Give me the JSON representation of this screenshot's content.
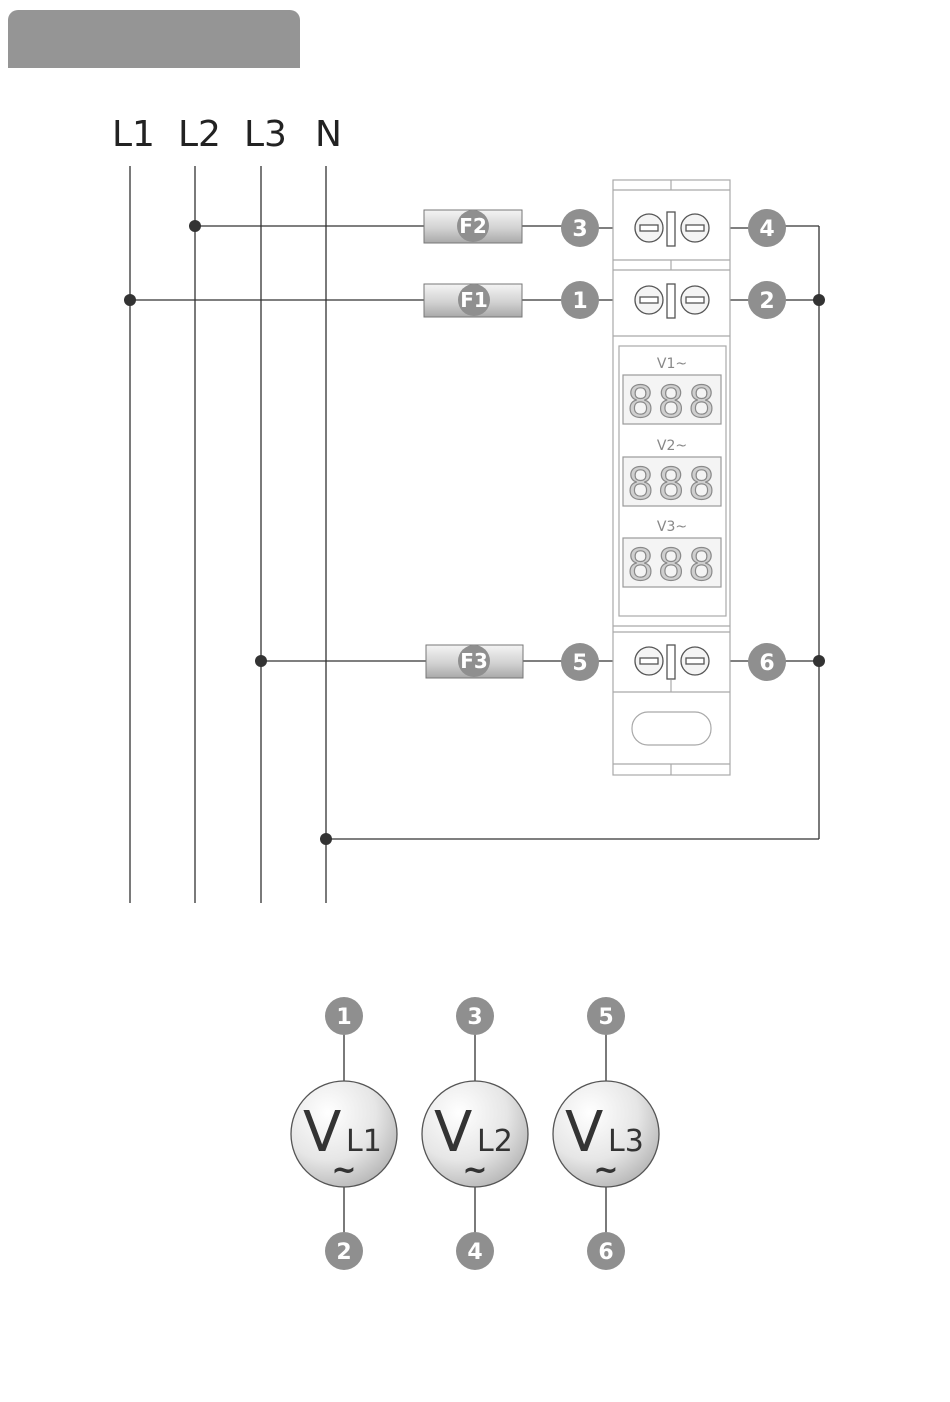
{
  "header_bar": {
    "text": "",
    "color": "#959595"
  },
  "lines": [
    {
      "label": "L1"
    },
    {
      "label": "L2"
    },
    {
      "label": "L3"
    },
    {
      "label": "N"
    }
  ],
  "fuses": [
    {
      "label": "F2"
    },
    {
      "label": "F1"
    },
    {
      "label": "F3"
    }
  ],
  "terminals": [
    "1",
    "2",
    "3",
    "4",
    "5",
    "6"
  ],
  "displays": [
    {
      "label": "V1~",
      "digits": "888"
    },
    {
      "label": "V2~",
      "digits": "888"
    },
    {
      "label": "V3~",
      "digits": "888"
    }
  ],
  "voltmeters": [
    {
      "main": "V",
      "sub": "L1",
      "tilde": "~",
      "top_terminal": "1",
      "bottom_terminal": "2"
    },
    {
      "main": "V",
      "sub": "L2",
      "tilde": "~",
      "top_terminal": "3",
      "bottom_terminal": "4"
    },
    {
      "main": "V",
      "sub": "L3",
      "tilde": "~",
      "top_terminal": "5",
      "bottom_terminal": "6"
    }
  ],
  "colors": {
    "badge": "#8f8f8f",
    "wire": "#333333",
    "device_border": "#a9a9a9"
  }
}
